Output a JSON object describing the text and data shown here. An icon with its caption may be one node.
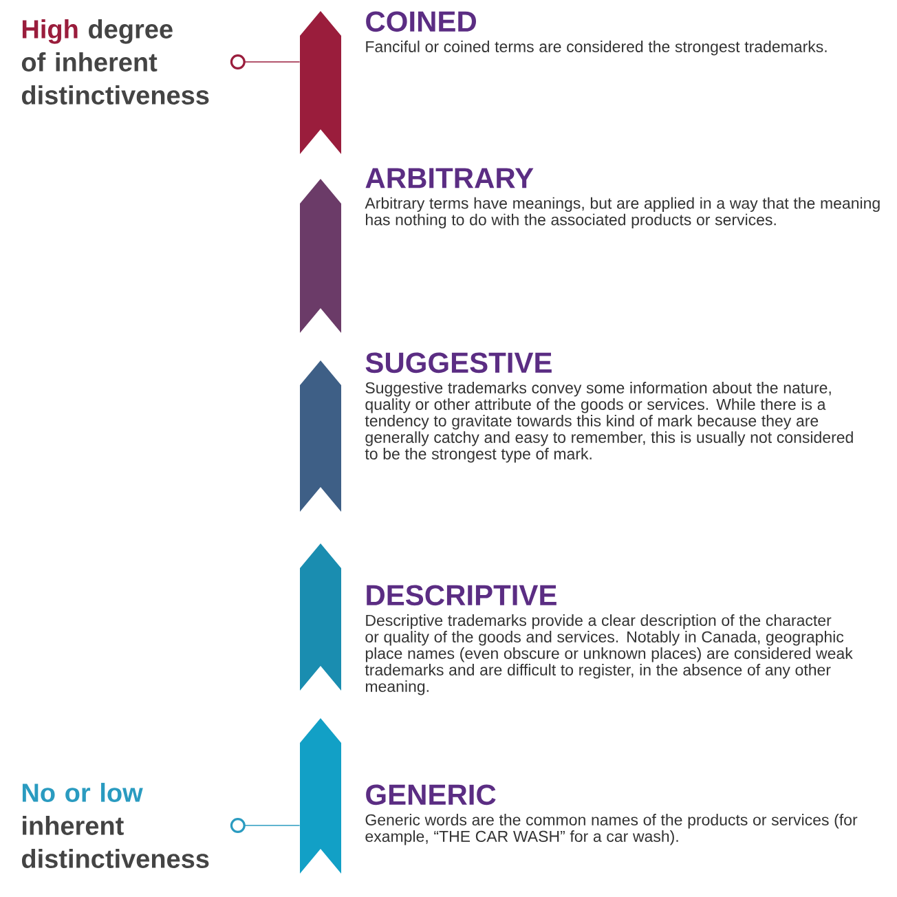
{
  "diagram": {
    "nodes": [
      {
        "text": [
          "High",
          "degree of inherent distinctiveness"
        ]
      },
      {
        "text": [],
        "shape": "arrow"
      },
      {
        "text": [
          "COINED",
          "Fanciful or coined terms are considered the strongest trademarks."
        ]
      },
      {
        "text": [
          "ARBITRARY",
          "Arbitrary terms have meanings, but are applied in a way that the meaning has nothing to do with the associated products or services."
        ]
      },
      {
        "text": [
          "SUGGESTIVE",
          "Suggestive trademarks convey some information about the nature, quality or other attribute of the goods or services. While there is a tendency to gravitate towards this kind of mark because they are generally catchy and easy to remember, this is usually not considered to be the strongest type of mark."
        ]
      },
      {
        "text": [
          "DESCRIPTIVE",
          "Descriptive trademarks provide a clear description of the character or quality of the goods and services. Notably in Canada, geographic place names (even obscure or unknown places) are considered weak trademarks and are difficult to register, in the absence of any other meaning."
        ]
      },
      {
        "text": [
          "GENERIC",
          "Generic words are the common names of the products or services (for example, “THE CAR WASH” for a car wash)."
        ]
      },
      {
        "text": [
          "No or low",
          "inherent distinctiveness"
        ]
      }
    ],
    "edges": [
      {
        "from": 0,
        "to": 1,
        "arrow": "other"
      },
      {
        "from": 7,
        "to": 1,
        "arrow": "other",
        "color": "#2a9bc0"
      }
    ]
  }
}
